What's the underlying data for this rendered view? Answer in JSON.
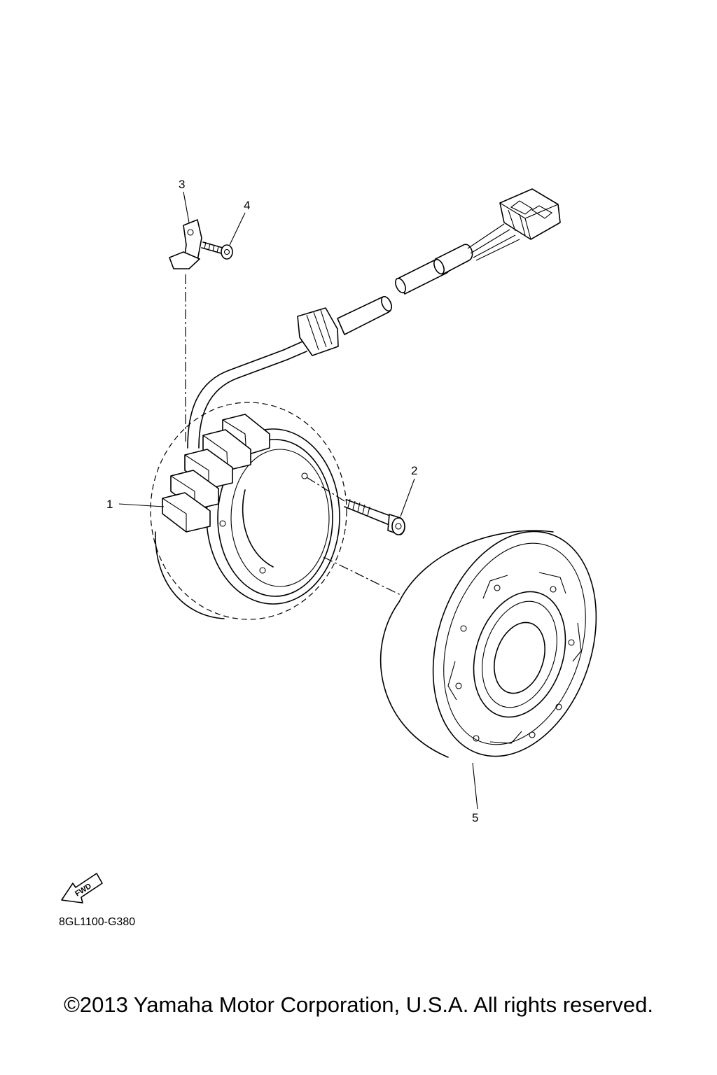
{
  "callouts": {
    "c1": "1",
    "c2": "2",
    "c3": "3",
    "c4": "4",
    "c5": "5"
  },
  "fwd_label": "FWD",
  "drawing_code": "8GL1100-G380",
  "copyright": "©2013 Yamaha Motor Corporation, U.S.A. All rights reserved.",
  "colors": {
    "ink": "#000000",
    "paper": "#ffffff"
  }
}
